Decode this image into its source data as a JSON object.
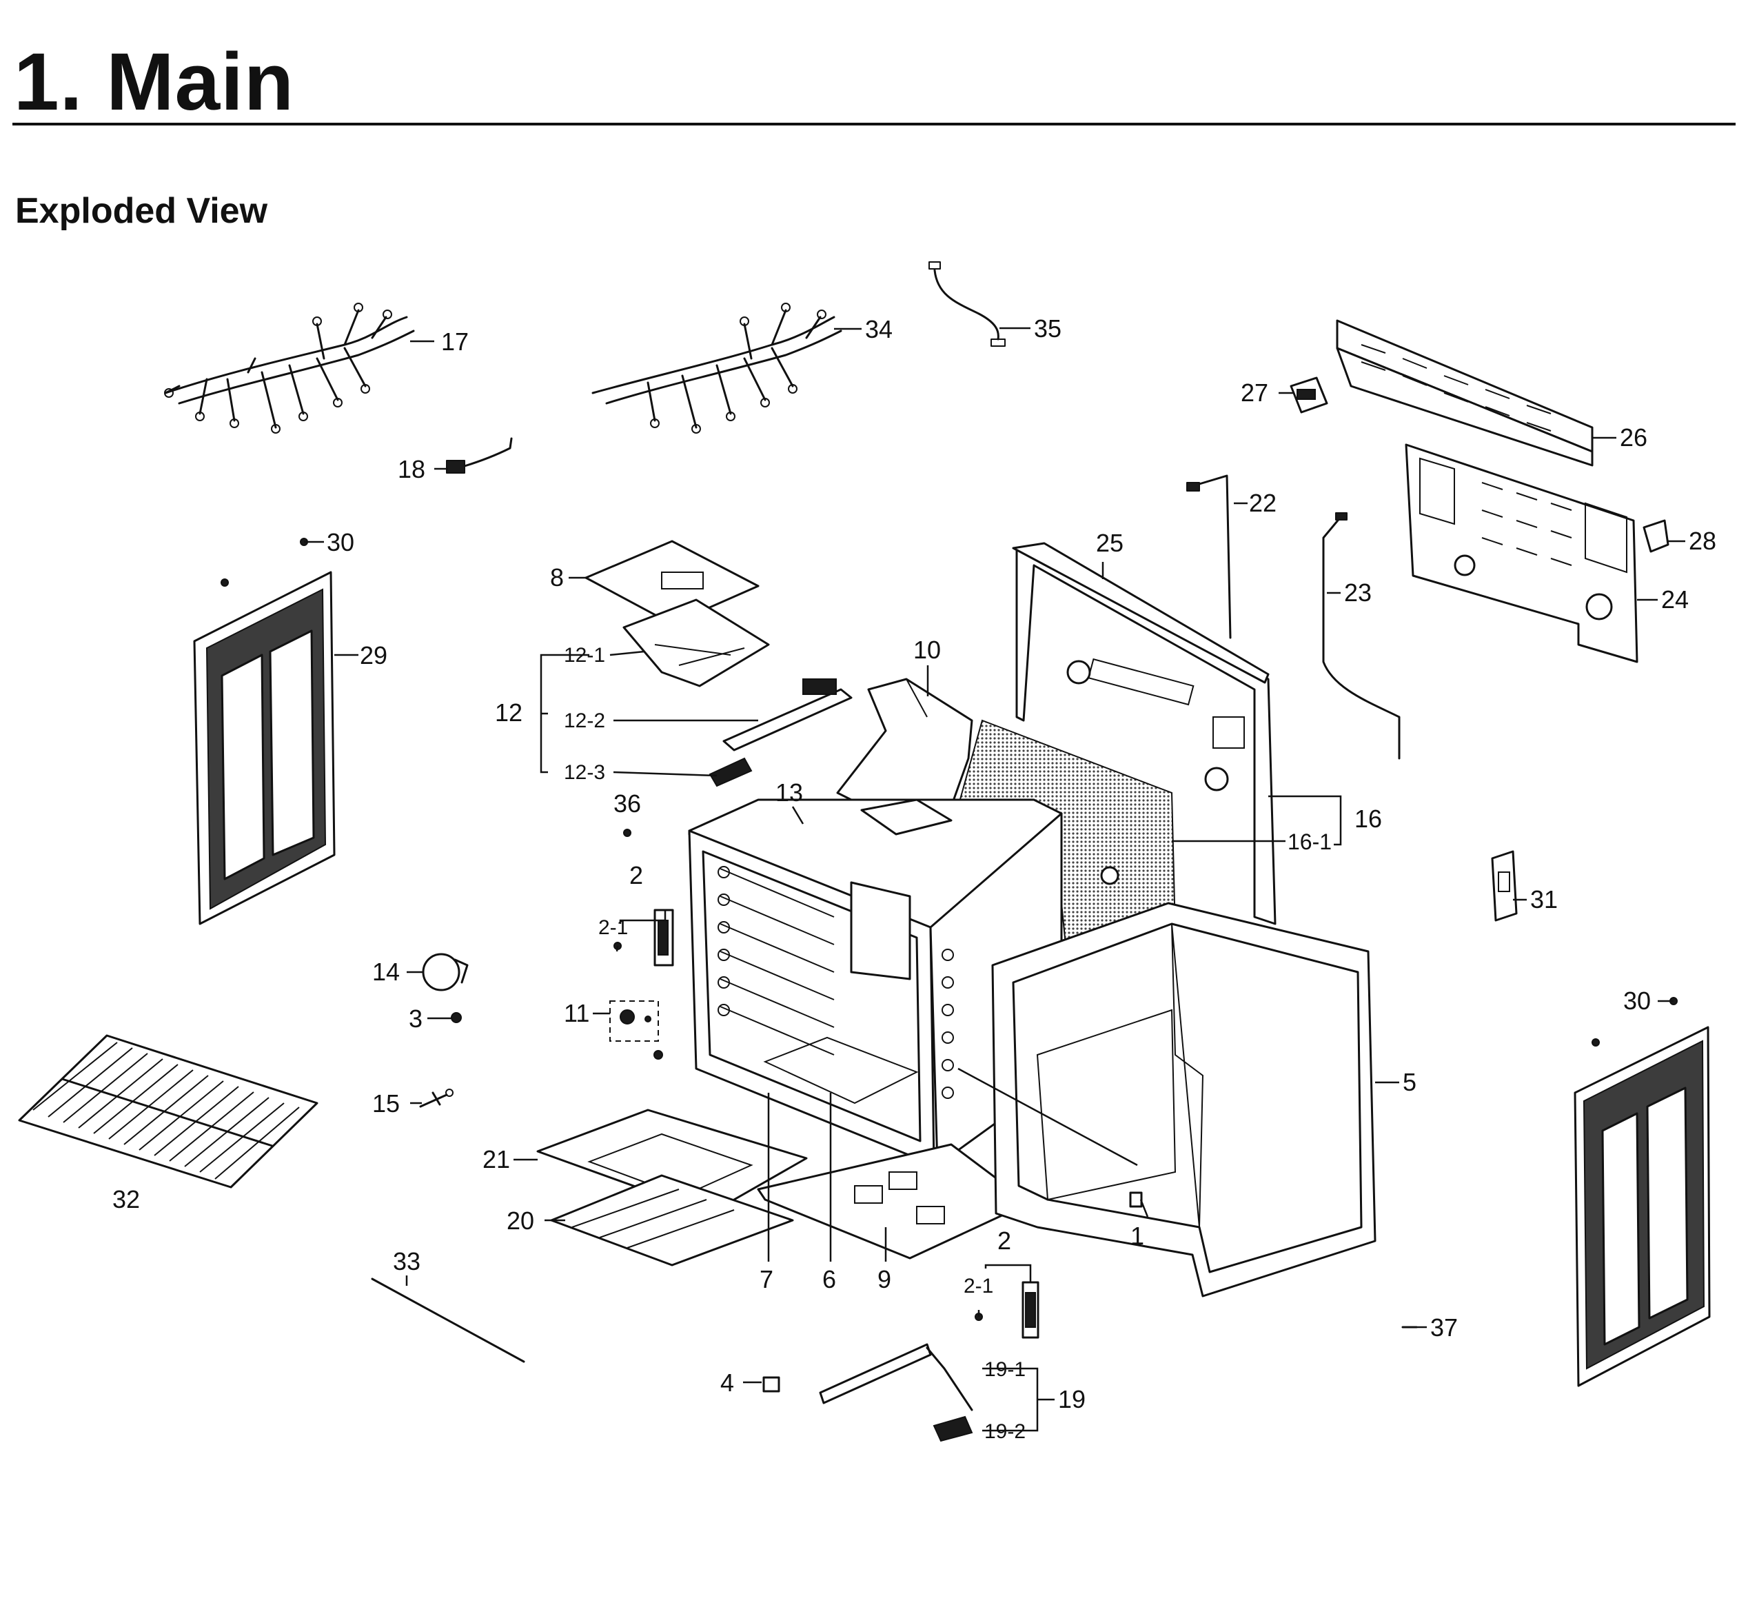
{
  "title": "1.  Main",
  "subtitle": "Exploded View",
  "callouts": {
    "c1": "1",
    "c2a": "2",
    "c2_1a": "2-1",
    "c2b": "2",
    "c2_1b": "2-1",
    "c3": "3",
    "c4": "4",
    "c5": "5",
    "c6": "6",
    "c7": "7",
    "c8": "8",
    "c9": "9",
    "c10": "10",
    "c11": "11",
    "c12": "12",
    "c12_1": "12-1",
    "c12_2": "12-2",
    "c12_3": "12-3",
    "c13": "13",
    "c14": "14",
    "c15": "15",
    "c16": "16",
    "c16_1": "16-1",
    "c17": "17",
    "c18": "18",
    "c19": "19",
    "c19_1": "19-1",
    "c19_2": "19-2",
    "c20": "20",
    "c21": "21",
    "c22": "22",
    "c23": "23",
    "c24": "24",
    "c25": "25",
    "c26": "26",
    "c27": "27",
    "c28": "28",
    "c29": "29",
    "c30a": "30",
    "c30b": "30",
    "c31": "31",
    "c32": "32",
    "c33": "33",
    "c34": "34",
    "c35": "35",
    "c36": "36",
    "c37": "37"
  }
}
